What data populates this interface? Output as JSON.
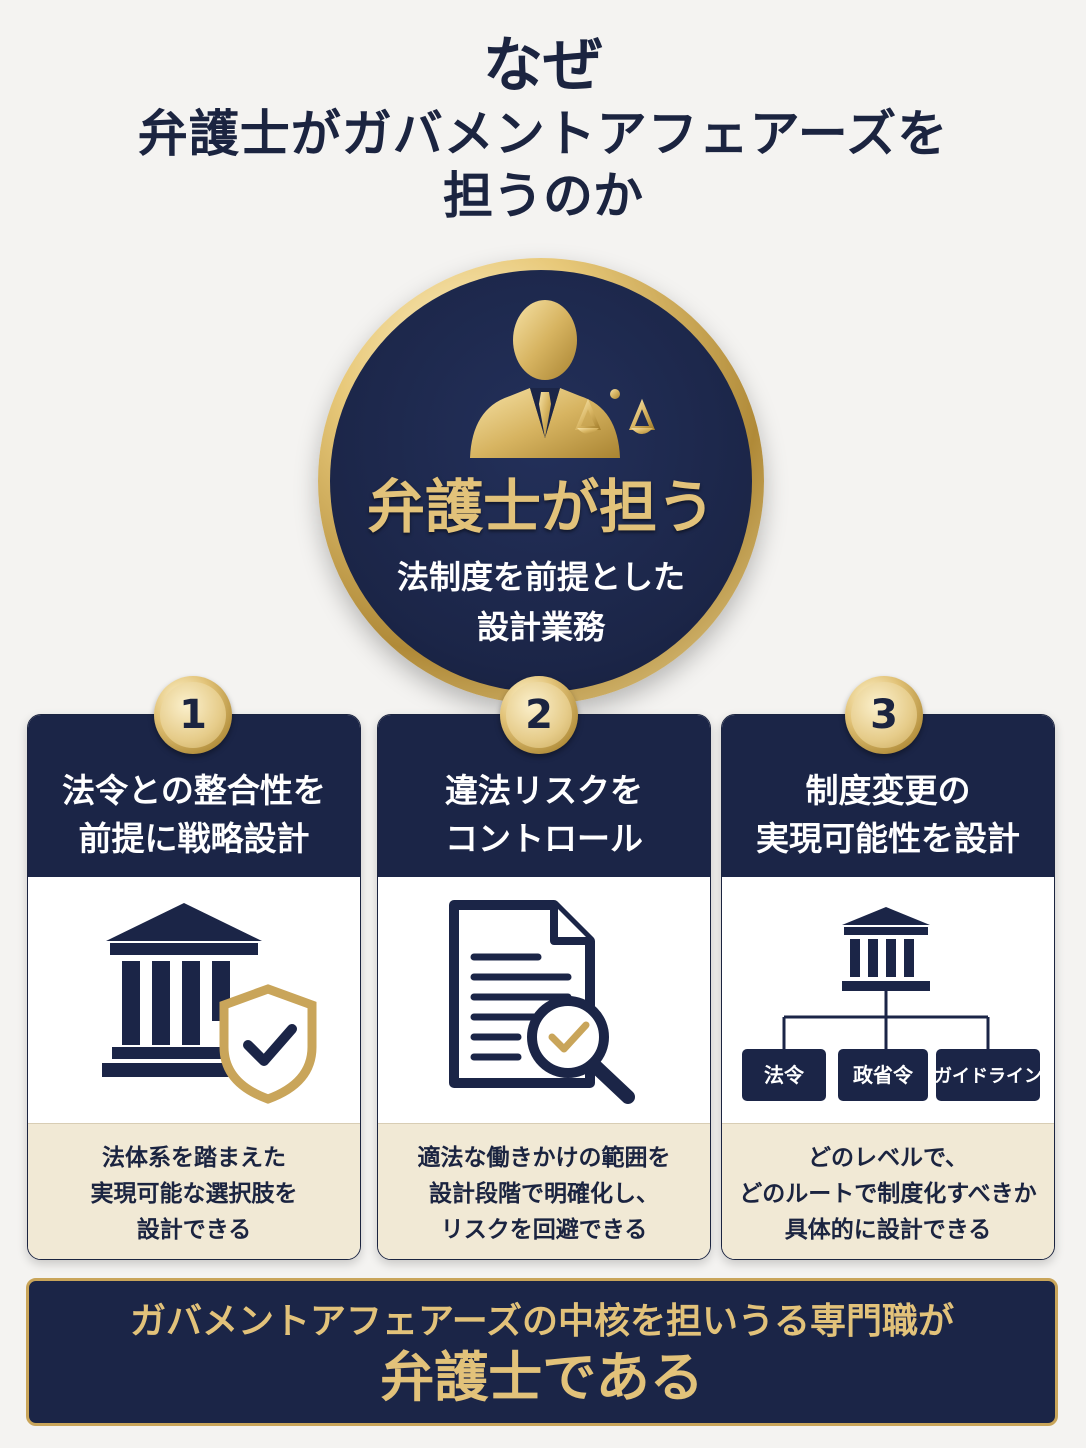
{
  "title": {
    "line1": "なぜ",
    "line2": "弁護士がガバメントアフェアーズを",
    "line3": "担うのか"
  },
  "medallion": {
    "icon": "lawyer-with-scales-icon",
    "heading": "弁護士が担う",
    "sub_line1": "法制度を前提とした",
    "sub_line2": "設計業務"
  },
  "cards": [
    {
      "number": "1",
      "heading_line1": "法令との整合性を",
      "heading_line2": "前提に戦略設計",
      "icon": "institution-shield-check-icon",
      "desc_line1": "法体系を踏まえた",
      "desc_line2": "実現可能な選択肢を",
      "desc_line3": "設計できる"
    },
    {
      "number": "2",
      "heading_line1": "違法リスクを",
      "heading_line2": "コントロール",
      "icon": "document-magnifier-check-icon",
      "desc_line1": "適法な働きかけの範囲を",
      "desc_line2": "設計段階で明確化し、",
      "desc_line3": "リスクを回避できる"
    },
    {
      "number": "3",
      "heading_line1": "制度変更の",
      "heading_line2": "実現可能性を設計",
      "icon": "institution-hierarchy-icon",
      "tree_labels": [
        "法令",
        "政省令",
        "ガイドライン"
      ],
      "desc_line1": "どのレベルで、",
      "desc_line2": "どのルートで制度化すべきか",
      "desc_line3": "具体的に設計できる"
    }
  ],
  "bottom": {
    "line1": "ガバメントアフェアーズの中核を担いうる専門職が",
    "line2": "弁護士である"
  },
  "colors": {
    "navy": "#1b2547",
    "gold": "#e2c27a",
    "cream": "#f1e9d5",
    "background": "#f4f3f1"
  }
}
